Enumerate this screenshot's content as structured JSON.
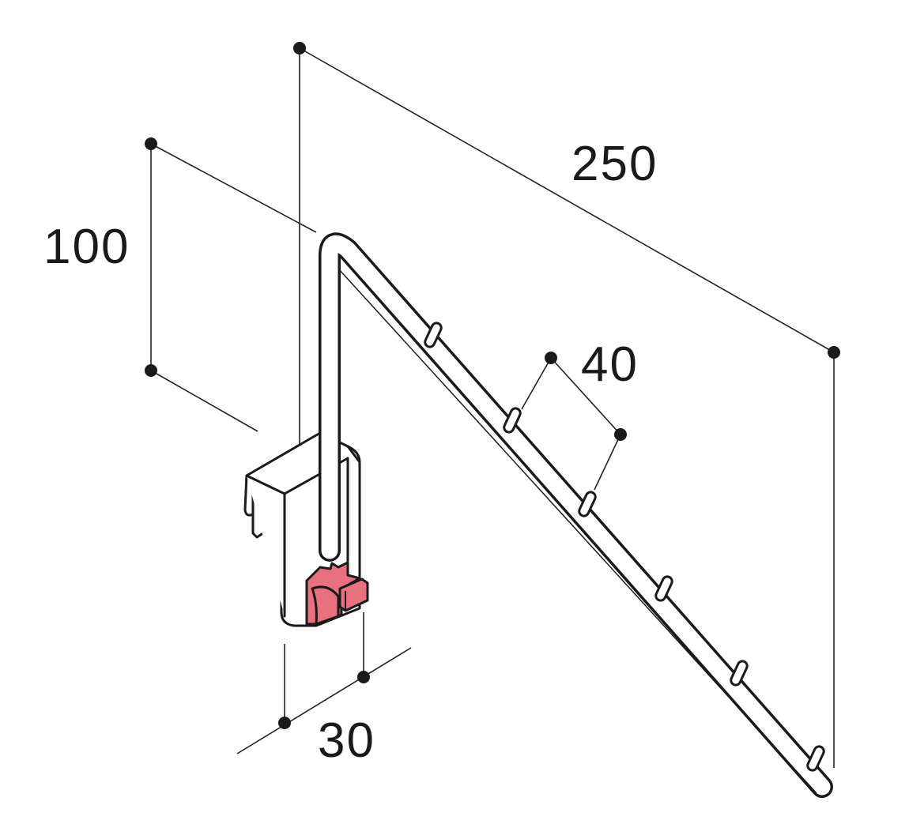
{
  "dimensions": {
    "total_length": "250",
    "height": "100",
    "hook_spacing": "40",
    "bracket_width": "30"
  },
  "colors": {
    "clip_accent": "#e8707f",
    "line": "#1a1a1a"
  }
}
